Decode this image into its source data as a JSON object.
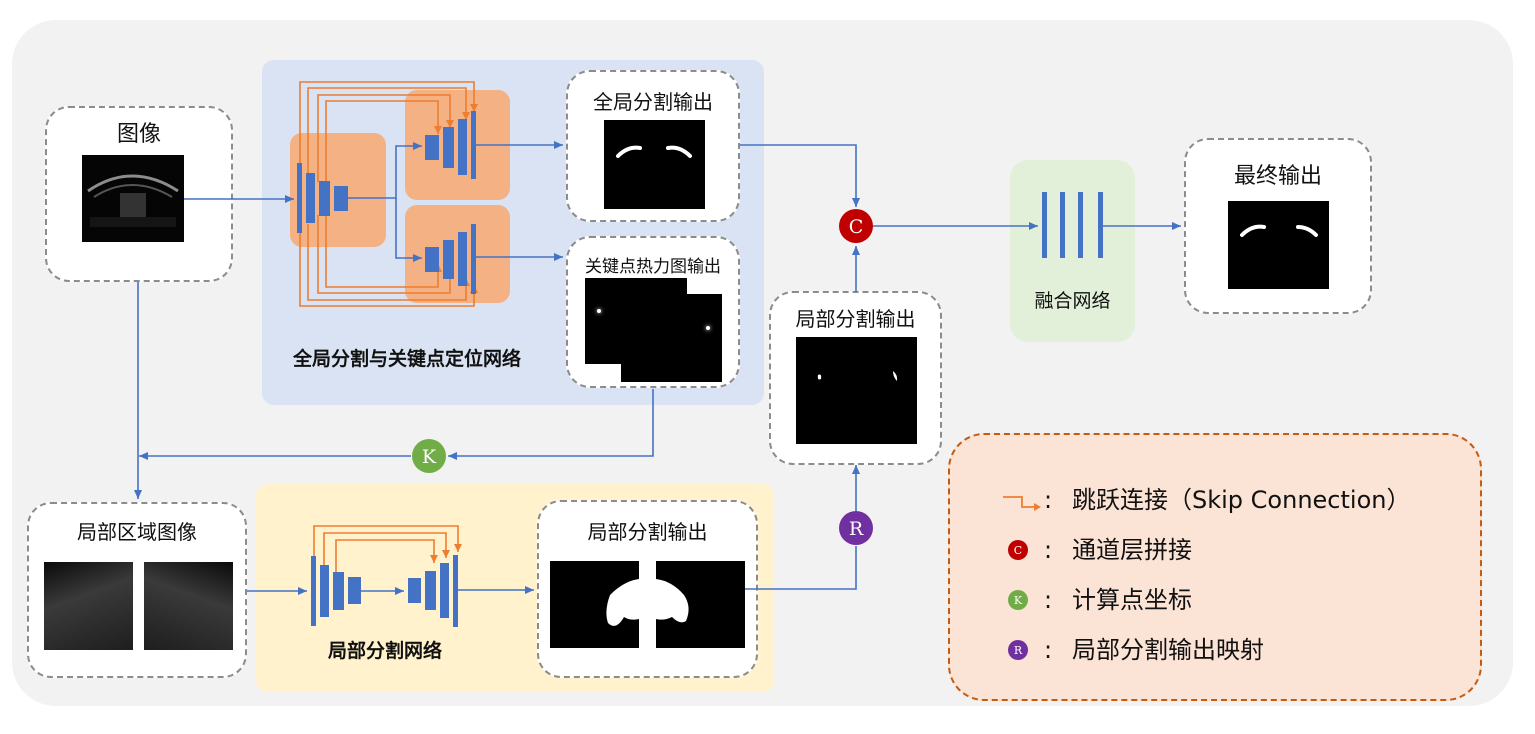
{
  "boxes": {
    "image": "图像",
    "global_seg_output": "全局分割输出",
    "heatmap_output": "关键点热力图输出",
    "local_region_image": "局部区域图像",
    "local_seg_output_bottom": "局部分割输出",
    "local_seg_output_mid": "局部分割输出",
    "final_output": "最终输出"
  },
  "networks": {
    "global": "全局分割与关键点定位网络",
    "local": "局部分割网络",
    "fusion": "融合网络"
  },
  "operators": {
    "concat": "C",
    "keypoint": "K",
    "remap": "R"
  },
  "legend": {
    "skip": "跳跃连接（Skip Connection）",
    "concat": "通道层拼接",
    "keypoint": "计算点坐标",
    "remap": "局部分割输出映射"
  },
  "colors": {
    "background_panel": "#f2f2f2",
    "global_region": "#dae3f3",
    "local_region": "#fff2cc",
    "fusion_region": "#e2f0d9",
    "encoder_highlight": "#f4b183",
    "layer_blue": "#4472c4",
    "arrow_blue": "#4472c4",
    "skip_orange": "#ed7d31",
    "concat_red": "#c00000",
    "keypoint_green": "#70ad47",
    "remap_purple": "#7030a0",
    "legend_fill": "#fbe3d6",
    "legend_border": "#c55a11"
  }
}
